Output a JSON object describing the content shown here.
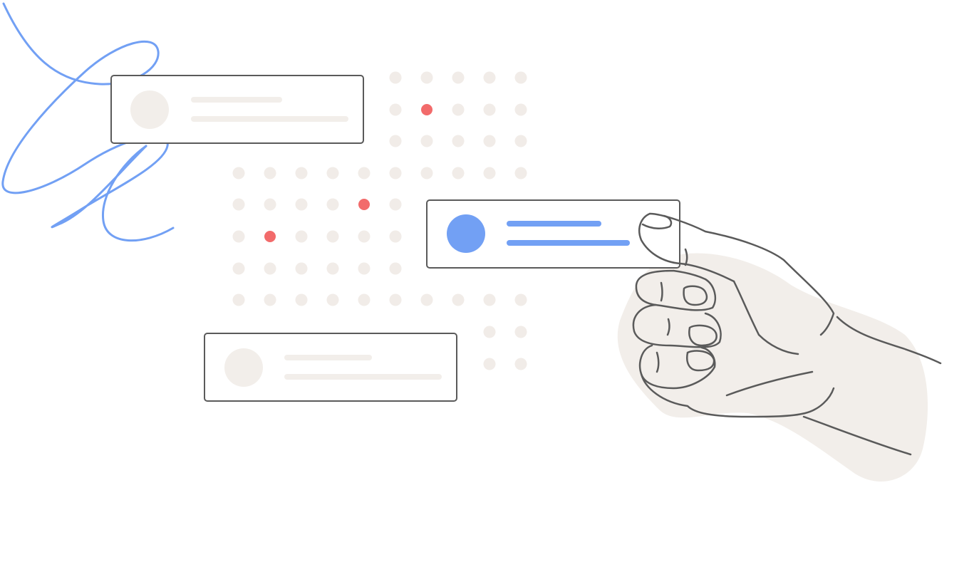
{
  "colors": {
    "background": "#ffffff",
    "outline": "#5a5a5a",
    "placeholder": "#f2eeea",
    "accent_blue": "#72a0f4",
    "accent_red": "#f26b6b",
    "dot": "#f1ece8"
  },
  "cards": [
    {
      "name": "card-top",
      "state": "inactive"
    },
    {
      "name": "card-selected",
      "state": "selected"
    },
    {
      "name": "card-bottom",
      "state": "inactive"
    }
  ],
  "highlighted_dots": 3,
  "icons": {
    "hand": "pinching-hand-icon",
    "scribble": "scribble-icon"
  }
}
